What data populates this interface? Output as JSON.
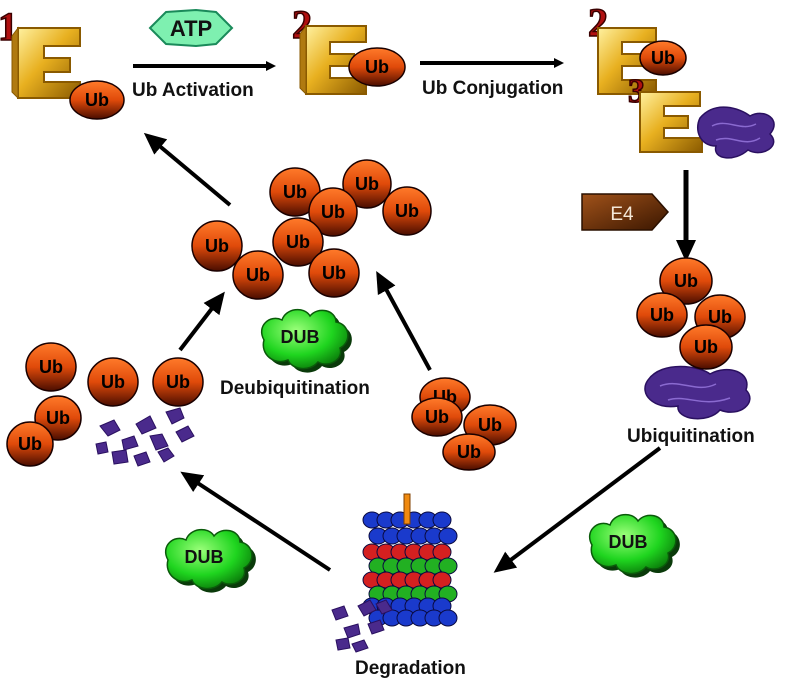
{
  "labels": {
    "atp": "ATP",
    "ub_activation": "Ub Activation",
    "ub_conjugation": "Ub Conjugation",
    "e4": "E4",
    "ubiquitination": "Ubiquitination",
    "deubiquitination": "Deubiquitination",
    "degradation": "Degradation",
    "dub": "DUB",
    "ub": "Ub"
  },
  "enzymes": {
    "e1_number": "1",
    "e2_number": "2",
    "e2b_number": "2",
    "e3_number": "3"
  },
  "colors": {
    "ub_top": "#ff6a1a",
    "ub_bottom": "#5a1000",
    "enzyme_gold": "#e8b020",
    "substrate_purple": "#4a2a8c",
    "dub_green": "#22ee22",
    "atp_green": "#7ef0b0",
    "e4_brown": "#7a3a10"
  }
}
